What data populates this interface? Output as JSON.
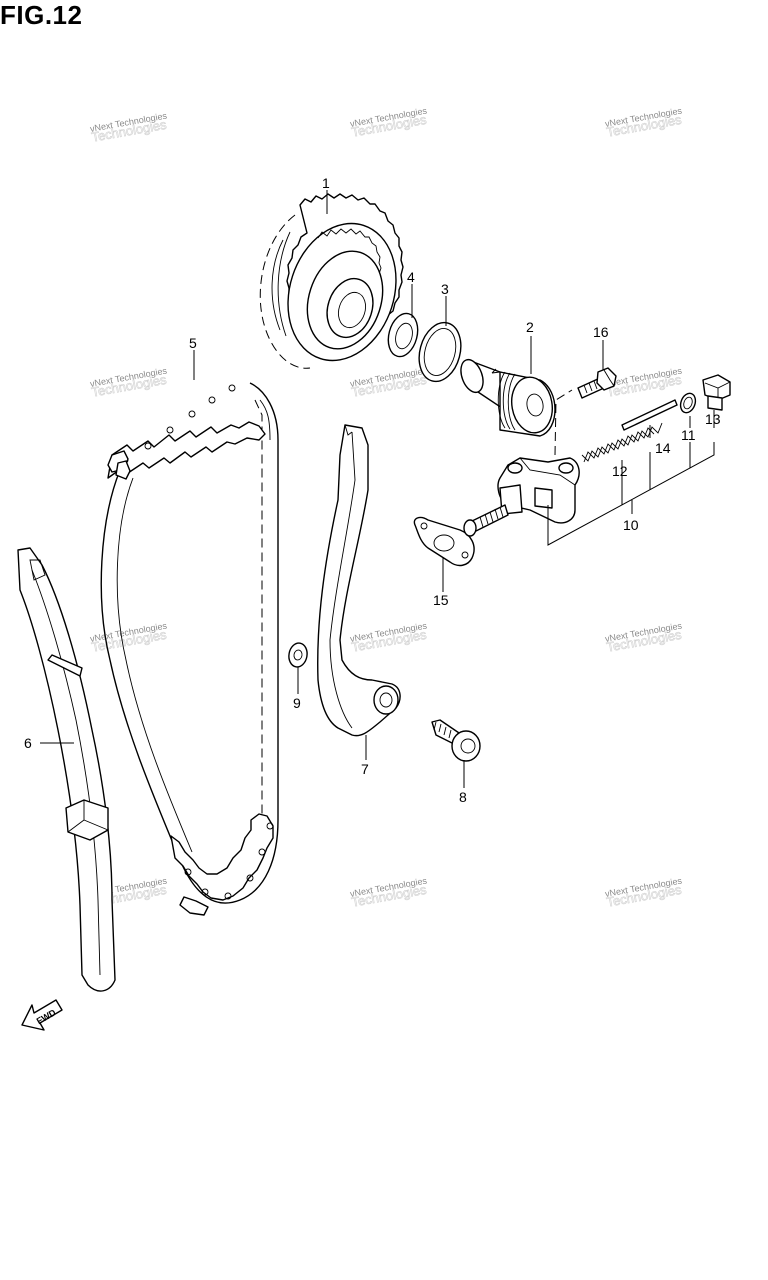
{
  "figure": {
    "title": "FIG.12"
  },
  "watermark": {
    "line1": "vNext Technologies",
    "line2": "Technologies"
  },
  "fwd_label": "FWD",
  "callouts": {
    "c1": "1",
    "c2": "2",
    "c3": "3",
    "c4": "4",
    "c5": "5",
    "c6": "6",
    "c7": "7",
    "c8": "8",
    "c9": "9",
    "c10": "10",
    "c11": "11",
    "c12": "12",
    "c13": "13",
    "c14": "14",
    "c15": "15",
    "c16": "16"
  }
}
